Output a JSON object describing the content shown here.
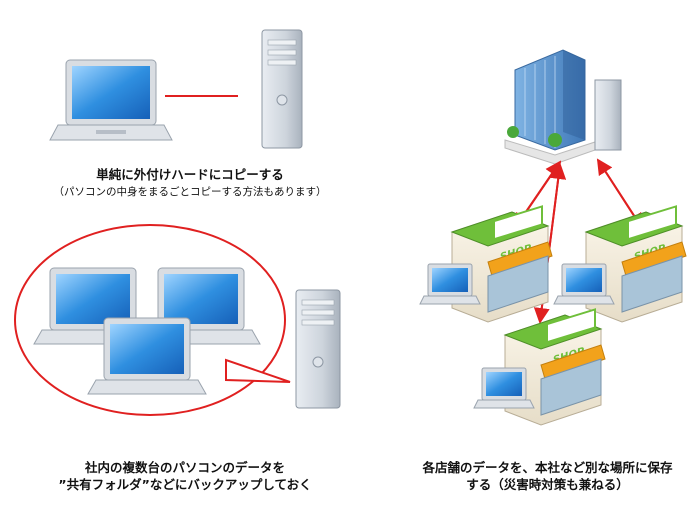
{
  "panel_top_left": {
    "title": "単純に外付けハードにコピーする",
    "subtitle": "（パソコンの中身をまるごとコピーする方法もあります）"
  },
  "panel_bottom_left": {
    "line1": "社内の複数台のパソコンのデータを",
    "line2": "”共有フォルダ”などにバックアップしておく"
  },
  "panel_right": {
    "line1": "各店舗のデータを、本社など別な場所に保存",
    "line2": "する（災害時対策も兼ねる）",
    "shop_sign": "SHOP"
  },
  "colors": {
    "connector_red": "#e02020",
    "screen_blue": "#2f8fe0",
    "tower_gray": "#c9d0d9",
    "shop_green": "#6fbf3a",
    "awning_orange": "#f2a21b"
  }
}
